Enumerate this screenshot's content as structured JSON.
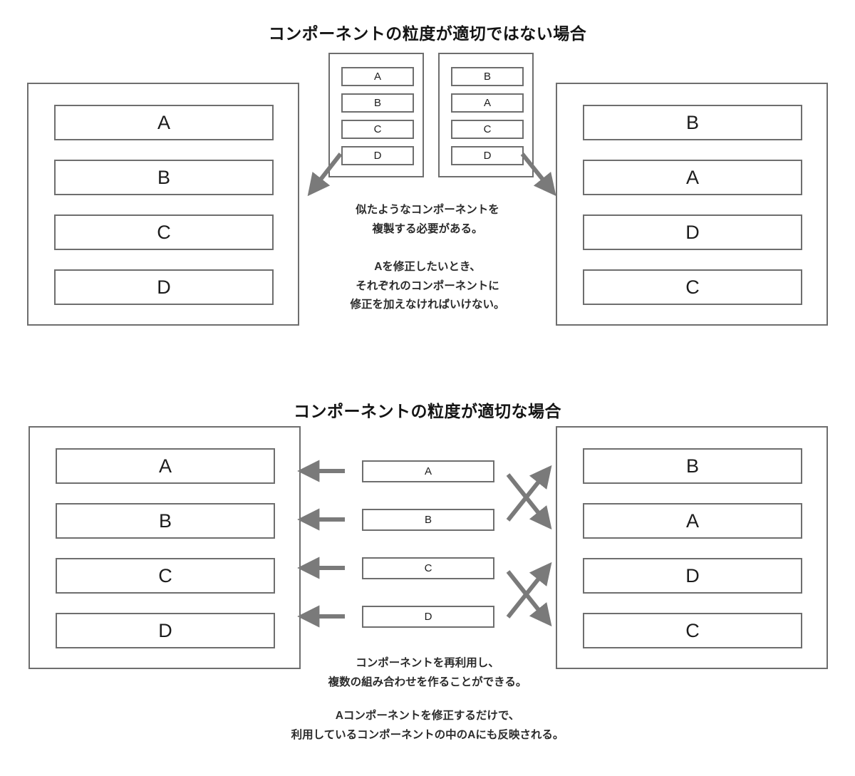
{
  "page": {
    "background": "#ffffff",
    "line_color": "#6e6e6e",
    "arrow_color": "#7a7a7a",
    "text_color": "#1c1c1c"
  },
  "sections": {
    "top": {
      "title": "コンポーネントの粒度が適切ではない場合",
      "left_panel": {
        "label": "page-layout-left",
        "slots": [
          "A",
          "B",
          "C",
          "D"
        ]
      },
      "right_panel": {
        "label": "page-layout-right",
        "slots": [
          "B",
          "A",
          "D",
          "C"
        ]
      },
      "mini_panel_left": {
        "slots": [
          "A",
          "B",
          "C",
          "D"
        ]
      },
      "mini_panel_right": {
        "slots": [
          "B",
          "A",
          "C",
          "D"
        ]
      },
      "caption_1": "似たようなコンポーネントを\n複製する必要がある。",
      "caption_2": "Aを修正したいとき、\nそれぞれのコンポーネントに\n修正を加えなければいけない。"
    },
    "bottom": {
      "title": "コンポーネントの粒度が適切な場合",
      "left_panel": {
        "label": "page-layout-left",
        "slots": [
          "A",
          "B",
          "C",
          "D"
        ]
      },
      "right_panel": {
        "label": "page-layout-right",
        "slots": [
          "B",
          "A",
          "D",
          "C"
        ]
      },
      "middle_components": [
        "A",
        "B",
        "C",
        "D"
      ],
      "caption_1": "コンポーネントを再利用し、\n複数の組み合わせを作ることができる。",
      "caption_2": "Aコンポーネントを修正するだけで、\n利用しているコンポーネントの中のAにも反映される。"
    }
  },
  "icons": {
    "arrow_down_left": "arrow-down-left-icon",
    "arrow_down_right": "arrow-down-right-icon",
    "arrow_left": "arrow-left-icon",
    "arrow_cross": "arrow-cross-icon"
  }
}
